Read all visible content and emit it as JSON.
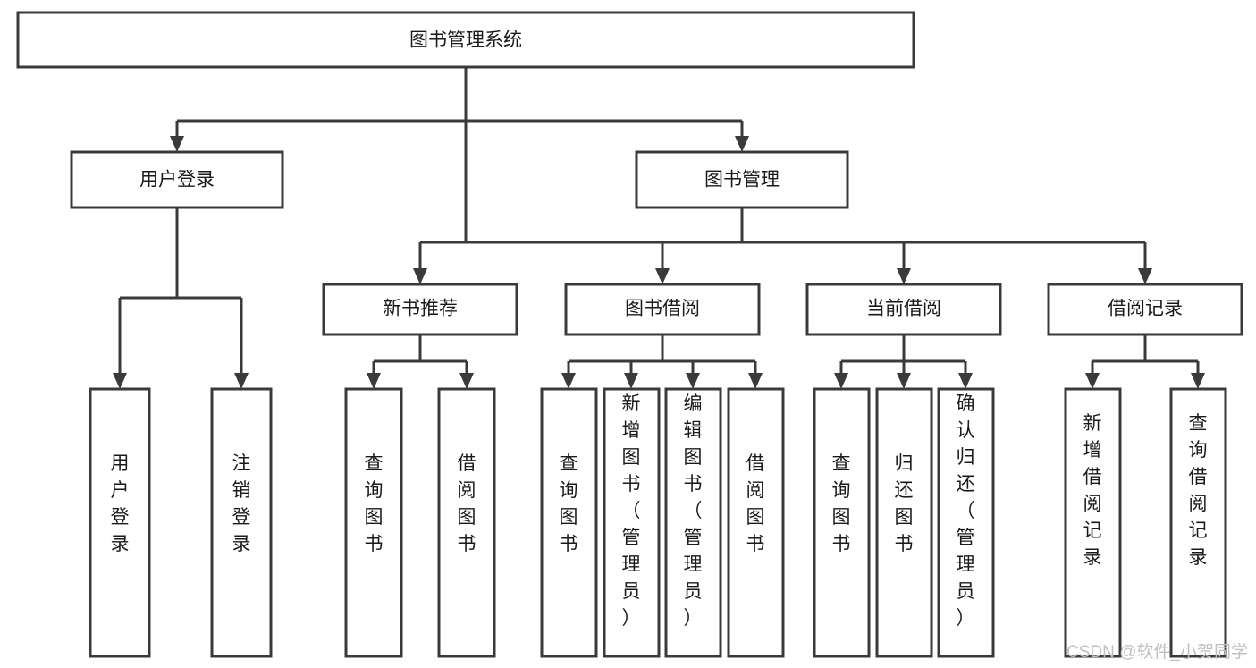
{
  "diagram": {
    "title": "图书管理系统",
    "type": "tree-hierarchy",
    "root": {
      "id": "root",
      "label": "图书管理系统"
    },
    "level2": [
      {
        "id": "user-login",
        "label": "用户登录"
      },
      {
        "id": "book-manage",
        "label": "图书管理"
      }
    ],
    "level3": [
      {
        "id": "new-book-recommend",
        "label": "新书推荐",
        "parent": "book-manage"
      },
      {
        "id": "book-borrow",
        "label": "图书借阅",
        "parent": "book-manage"
      },
      {
        "id": "current-borrow",
        "label": "当前借阅",
        "parent": "book-manage"
      },
      {
        "id": "borrow-record",
        "label": "借阅记录",
        "parent": "book-manage"
      }
    ],
    "leaves": {
      "user-login": [
        {
          "id": "leaf-user-login",
          "label": "用户登录"
        },
        {
          "id": "leaf-user-logout",
          "label": "注销登录"
        }
      ],
      "new-book-recommend": [
        {
          "id": "leaf-query-book-1",
          "label": "查询图书"
        },
        {
          "id": "leaf-borrow-book-1",
          "label": "借阅图书"
        }
      ],
      "book-borrow": [
        {
          "id": "leaf-query-book-2",
          "label": "查询图书"
        },
        {
          "id": "leaf-add-book",
          "label": "新增图书（管理员）"
        },
        {
          "id": "leaf-edit-book",
          "label": "编辑图书（管理员）"
        },
        {
          "id": "leaf-borrow-book-2",
          "label": "借阅图书"
        }
      ],
      "current-borrow": [
        {
          "id": "leaf-query-book-3",
          "label": "查询图书"
        },
        {
          "id": "leaf-return-book",
          "label": "归还图书"
        },
        {
          "id": "leaf-confirm-return",
          "label": "确认归还（管理员）"
        }
      ],
      "borrow-record": [
        {
          "id": "leaf-add-record",
          "label": "新增借阅记录"
        },
        {
          "id": "leaf-query-record",
          "label": "查询借阅记录"
        }
      ]
    }
  },
  "watermark": {
    "text": "CSDN @软件_小贺同学"
  },
  "colors": {
    "box_stroke": "#3a3a3a",
    "box_fill": "#ffffff",
    "text": "#1a1a1a",
    "watermark": "#bfbfbf",
    "background": "#ffffff"
  }
}
